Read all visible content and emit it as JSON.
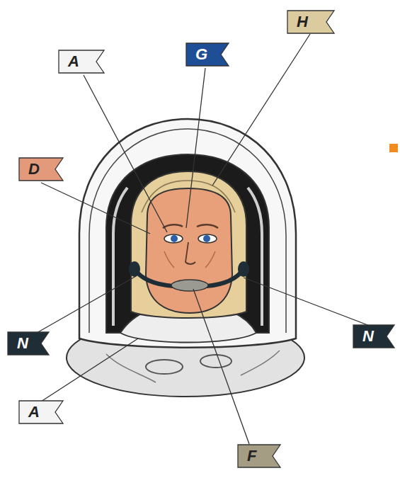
{
  "diagram": {
    "nodes": [
      {
        "text": [
          "A"
        ]
      },
      {
        "text": [
          "G"
        ]
      },
      {
        "text": [
          "H"
        ]
      },
      {
        "text": [
          "D"
        ]
      },
      {
        "text": [
          "N"
        ]
      },
      {
        "text": [
          "N"
        ]
      },
      {
        "text": [
          "A"
        ]
      },
      {
        "text": [
          "F"
        ]
      }
    ]
  }
}
